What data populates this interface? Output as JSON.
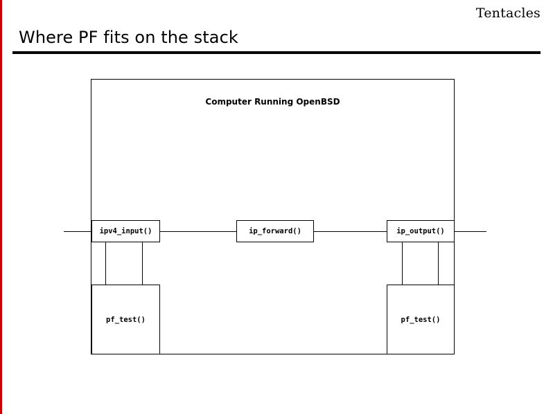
{
  "slide": {
    "corner_label": "Tentacles",
    "title": "Where PF fits on the stack",
    "accent_color": "#cc0000",
    "rule_color": "#000000",
    "background": "#ffffff"
  },
  "diagram": {
    "type": "block-diagram",
    "outer_box_label": "Computer Running OpenBSD",
    "nodes": [
      {
        "id": "ipv4-input",
        "label": "ipv4_input()"
      },
      {
        "id": "ip-forward",
        "label": "ip_forward()"
      },
      {
        "id": "ip-output",
        "label": "ip_output()"
      },
      {
        "id": "pf-test-left",
        "label": "pf_test()"
      },
      {
        "id": "pf-test-right",
        "label": "pf_test()"
      }
    ]
  }
}
